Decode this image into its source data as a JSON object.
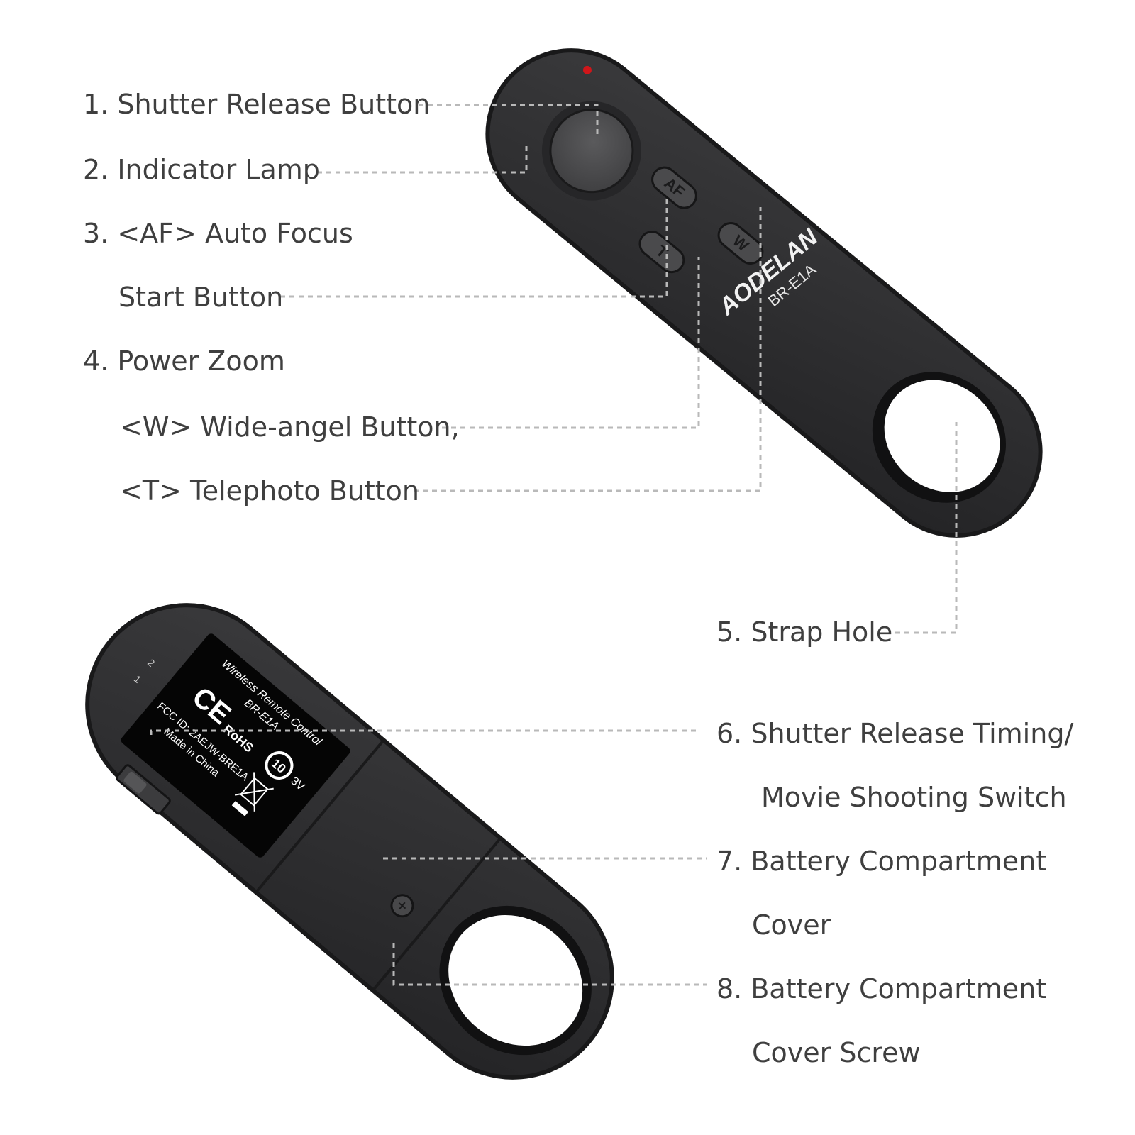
{
  "device": {
    "brand": "AODELAN",
    "model": "BR-E1A",
    "buttons": {
      "af": "AF",
      "t": "T",
      "w": "W"
    }
  },
  "rear_label": {
    "title": "Wireless Remote Control",
    "model": "BR-E1A",
    "fcc": "FCC ID: 2AEJW-BRE1A",
    "origin": "Made in China",
    "voltage": "3V",
    "marks": [
      "CE",
      "RoHS",
      "10"
    ]
  },
  "switch_marks": [
    "2",
    "1"
  ],
  "callouts": [
    {
      "lines": [
        "1. Shutter Release Button"
      ]
    },
    {
      "lines": [
        "2. Indicator Lamp"
      ]
    },
    {
      "lines": [
        "3. <AF> Auto Focus",
        "Start Button"
      ]
    },
    {
      "lines": [
        "4. Power Zoom",
        "<W> Wide-angel Button,",
        "<T> Telephoto Button"
      ]
    },
    {
      "lines": [
        "5. Strap Hole"
      ]
    },
    {
      "lines": [
        "6. Shutter Release Timing/",
        "Movie Shooting Switch"
      ]
    },
    {
      "lines": [
        "7. Battery Compartment",
        "Cover"
      ]
    },
    {
      "lines": [
        "8. Battery Compartment",
        "Cover Screw"
      ]
    }
  ],
  "colors": {
    "body": "#2c2c2e",
    "body_edge": "#19191a",
    "button": "#4a4a4c",
    "lamp": "#d0161a",
    "label_text": "#3f3f3f",
    "leader": "#b9b9b9"
  }
}
